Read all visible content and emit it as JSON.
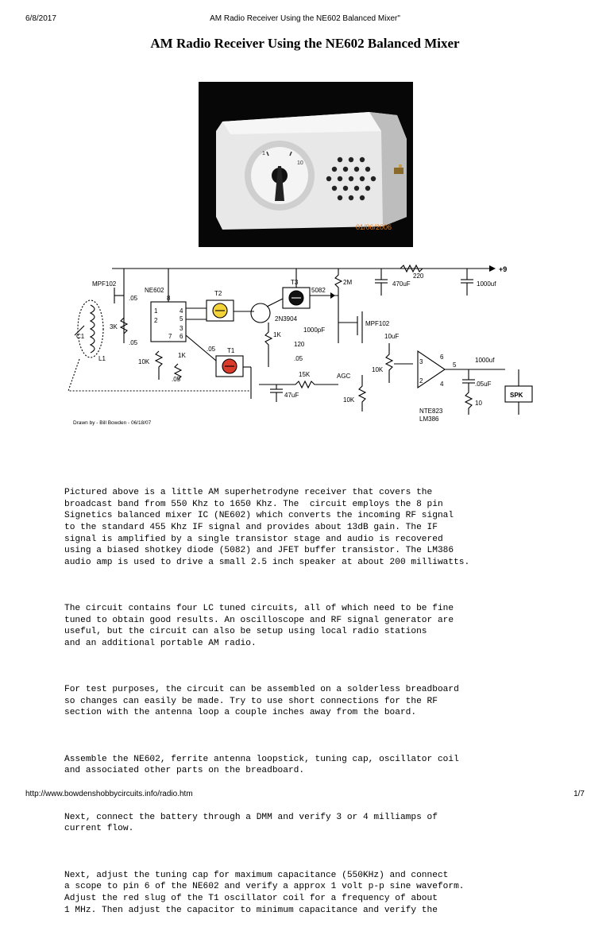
{
  "header": {
    "date": "6/8/2017",
    "title": "AM Radio Receiver Using the NE602 Balanced Mixer\""
  },
  "page_title": "AM Radio Receiver Using the NE602 Balanced Mixer",
  "photo": {
    "date_stamp": "01/06/2006",
    "dial_marks": [
      "1",
      "10"
    ]
  },
  "schematic": {
    "credit": "Drawn by - Bill Bowden - 06/18/07",
    "labels": {
      "mpf102_a": "MPF102",
      "ne602": "NE602",
      "t2": "T2",
      "t3": "T3",
      "d5082": "5082",
      "r2m": "2M",
      "r220": "220",
      "plus9": "+9",
      "c470": "470uF",
      "c1000a": "1000uf",
      "c05a": ".05",
      "r3k": "3K",
      "c05b": ".05",
      "q2n3904": "2N3904",
      "c1000pf": "1000pF",
      "mpf102_b": "MPF102",
      "c10uf": "10uF",
      "c1": "C1",
      "l1": "L1",
      "r10k_a": "10K",
      "r1k_a": "1K",
      "c05c": ".05",
      "t1": "T1",
      "r1k_b": "1K",
      "r120": "120",
      "c05d": ".05",
      "r15k": "15K",
      "agc": "AGC",
      "c47": "47uF",
      "r10k_b": "10K",
      "r10k_c": "10K",
      "c05e": ".05",
      "c1000b": "1000uf",
      "c05uf": ".05uF",
      "r10": "10",
      "spk": "SPK",
      "nte823": "NTE823",
      "lm386": "LM386",
      "pin8": "8",
      "pin1": "1",
      "pin2": "2",
      "pin3": "3",
      "pin4": "4",
      "pin5": "5",
      "pin6": "6",
      "pin7": "7",
      "amp3": "3",
      "amp2": "2",
      "amp6": "6",
      "amp5": "5",
      "amp4": "4"
    }
  },
  "paragraphs": [
    "Pictured above is a little AM superhetrodyne receiver that covers the\nbroadcast band from 550 Khz to 1650 Khz. The  circuit employs the 8 pin\nSignetics balanced mixer IC (NE602) which converts the incoming RF signal\nto the standard 455 Khz IF signal and provides about 13dB gain. The IF\nsignal is amplified by a single transistor stage and audio is recovered\nusing a biased shotkey diode (5082) and JFET buffer transistor. The LM386\naudio amp is used to drive a small 2.5 inch speaker at about 200 milliwatts.",
    "The circuit contains four LC tuned circuits, all of which need to be fine\ntuned to obtain good results. An oscilloscope and RF signal generator are\nuseful, but the circuit can also be setup using local radio stations\nand an additional portable AM radio.",
    "For test purposes, the circuit can be assembled on a solderless breadboard\nso changes can easily be made. Try to use short connections for the RF\nsection with the antenna loop a couple inches away from the board.",
    "Assemble the NE602, ferrite antenna loopstick, tuning cap, oscillator coil\nand associated other parts on the breadboard.",
    "Next, connect the battery through a DMM and verify 3 or 4 milliamps of\ncurrent flow.",
    "Next, adjust the tuning cap for maximum capacitance (550KHz) and connect\na scope to pin 6 of the NE602 and verify a approx 1 volt p-p sine waveform.\nAdjust the red slug of the T1 oscillator coil for a frequency of about\n1 MHz. Then adjust the capacitor to minimum capacitance and verify the"
  ],
  "footer": {
    "url": "http://www.bowdenshobbycircuits.info/radio.htm",
    "page": "1/7"
  },
  "colors": {
    "photo_bg": "#070707",
    "radio_body": "#f2f2f2",
    "date_stamp": "#e07a1a",
    "t2_slug": "#f4d23a",
    "t1_slug": "#d93a2a"
  }
}
